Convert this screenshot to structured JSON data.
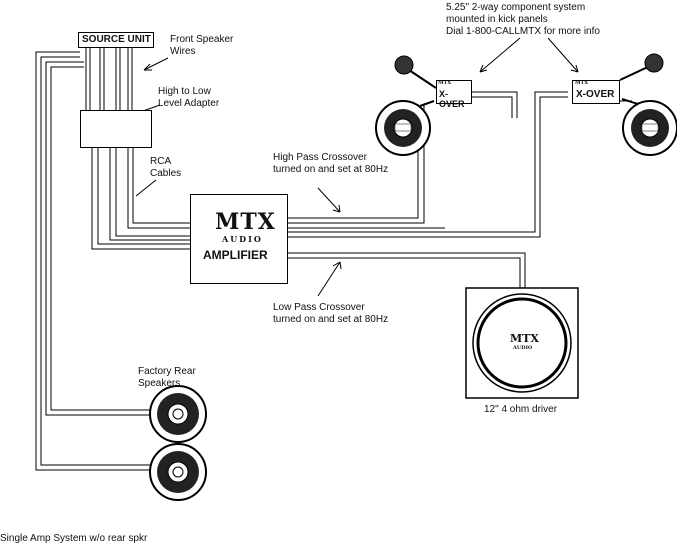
{
  "source_unit": {
    "label": "SOURCE UNIT"
  },
  "labels": {
    "front_speaker_wires": [
      "Front Speaker",
      "Wires"
    ],
    "high_to_low_adapter": [
      "High to Low",
      "Level Adapter"
    ],
    "rca_cables": [
      "RCA",
      "Cables"
    ],
    "high_pass": [
      "High Pass Crossover",
      "turned on and set at 80Hz"
    ],
    "low_pass": [
      "Low Pass Crossover",
      "turned on and set at 80Hz"
    ],
    "component_note": [
      "5.25\" 2-way component system",
      "mounted in kick panels",
      "Dial 1-800-CALLMTX for more info"
    ],
    "factory_rear": [
      "Factory Rear",
      "Speakers"
    ],
    "driver": "12\" 4 ohm driver",
    "caption": "Single Amp System w/o rear spkr"
  },
  "amplifier": {
    "logo": "MTX",
    "logo_sub": "AUDIO",
    "label": "AMPLIFIER"
  },
  "xovers": [
    {
      "label": "X-OVER",
      "badge": "MTX"
    },
    {
      "label": "X-OVER",
      "badge": "MTX"
    }
  ],
  "subwoofer": {
    "logo": "MTX",
    "logo_sub": "AUDIO"
  }
}
